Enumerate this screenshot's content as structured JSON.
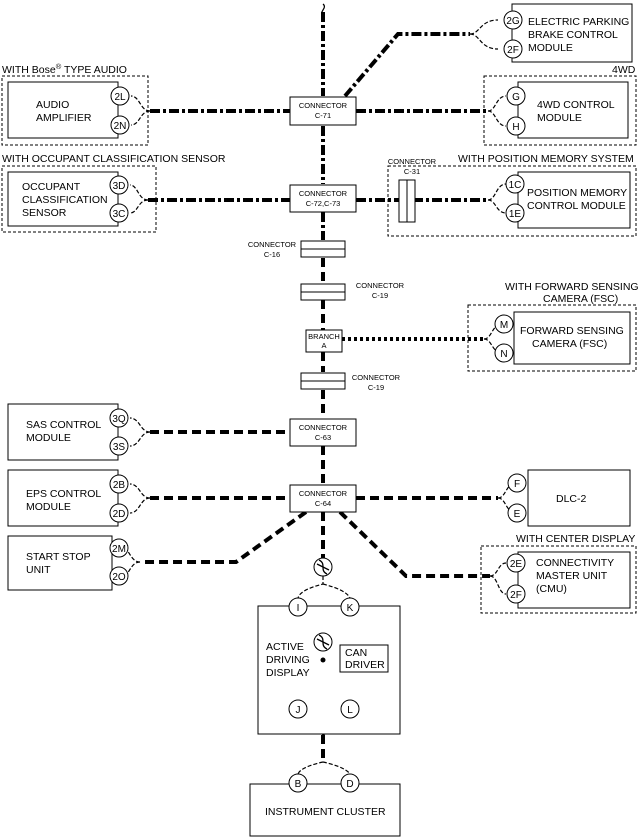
{
  "modules": {
    "epb": {
      "lines": [
        "ELECTRIC PARKING",
        "BRAKE CONTROL",
        "MODULE"
      ],
      "pins": [
        "2G",
        "2F"
      ]
    },
    "audio": {
      "header": "WITH Bose",
      "header_reg": "®",
      "header_tail": " TYPE AUDIO",
      "lines": [
        "AUDIO",
        "AMPLIFIER"
      ],
      "pins": [
        "2L",
        "2N"
      ]
    },
    "fourwd": {
      "header": "4WD",
      "lines": [
        "4WD CONTROL",
        "MODULE"
      ],
      "pins": [
        "G",
        "H"
      ]
    },
    "ocs": {
      "header": "WITH OCCUPANT CLASSIFICATION SENSOR",
      "lines": [
        "OCCUPANT",
        "CLASSIFICATION",
        "SENSOR"
      ],
      "pins": [
        "3D",
        "3C"
      ]
    },
    "posmem": {
      "header": "WITH POSITION MEMORY SYSTEM",
      "lines": [
        "POSITION MEMORY",
        "CONTROL MODULE"
      ],
      "pins": [
        "1C",
        "1E"
      ]
    },
    "fsc": {
      "header": [
        "WITH FORWARD SENSING",
        "CAMERA (FSC)"
      ],
      "lines": [
        "FORWARD SENSING",
        "CAMERA (FSC)"
      ],
      "pins": [
        "M",
        "N"
      ]
    },
    "sas": {
      "lines": [
        "SAS CONTROL",
        "MODULE"
      ],
      "pins": [
        "3Q",
        "3S"
      ]
    },
    "eps": {
      "lines": [
        "EPS CONTROL",
        "MODULE"
      ],
      "pins": [
        "2B",
        "2D"
      ]
    },
    "dlc": {
      "lines": [
        "DLC-2"
      ],
      "pins": [
        "F",
        "E"
      ]
    },
    "startstop": {
      "lines": [
        "START STOP",
        "UNIT"
      ],
      "pins": [
        "2M",
        "2O"
      ]
    },
    "cmu": {
      "header": "WITH CENTER DISPLAY",
      "lines": [
        "CONNECTIVITY",
        "MASTER UNIT",
        "(CMU)"
      ],
      "pins": [
        "2E",
        "2F"
      ]
    },
    "add": {
      "lines": [
        "ACTIVE",
        "DRIVING",
        "DISPLAY"
      ],
      "pins_top": [
        "I",
        "K"
      ],
      "pins_bottom": [
        "J",
        "L"
      ],
      "can_driver": [
        "CAN",
        "DRIVER"
      ]
    },
    "cluster": {
      "lines": [
        "INSTRUMENT CLUSTER"
      ],
      "pins": [
        "B",
        "D"
      ]
    }
  },
  "connectors": {
    "c71": [
      "CONNECTOR",
      "C-71"
    ],
    "c72": [
      "CONNECTOR",
      "C-72,C-73"
    ],
    "c31": [
      "CONNECTOR",
      "C-31"
    ],
    "c16": [
      "CONNECTOR",
      "C-16"
    ],
    "c19a": [
      "CONNECTOR",
      "C-19"
    ],
    "branch": [
      "BRANCH",
      "A"
    ],
    "c19b": [
      "CONNECTOR",
      "C-19"
    ],
    "c63": [
      "CONNECTOR",
      "C-63"
    ],
    "c64": [
      "CONNECTOR",
      "C-64"
    ]
  }
}
